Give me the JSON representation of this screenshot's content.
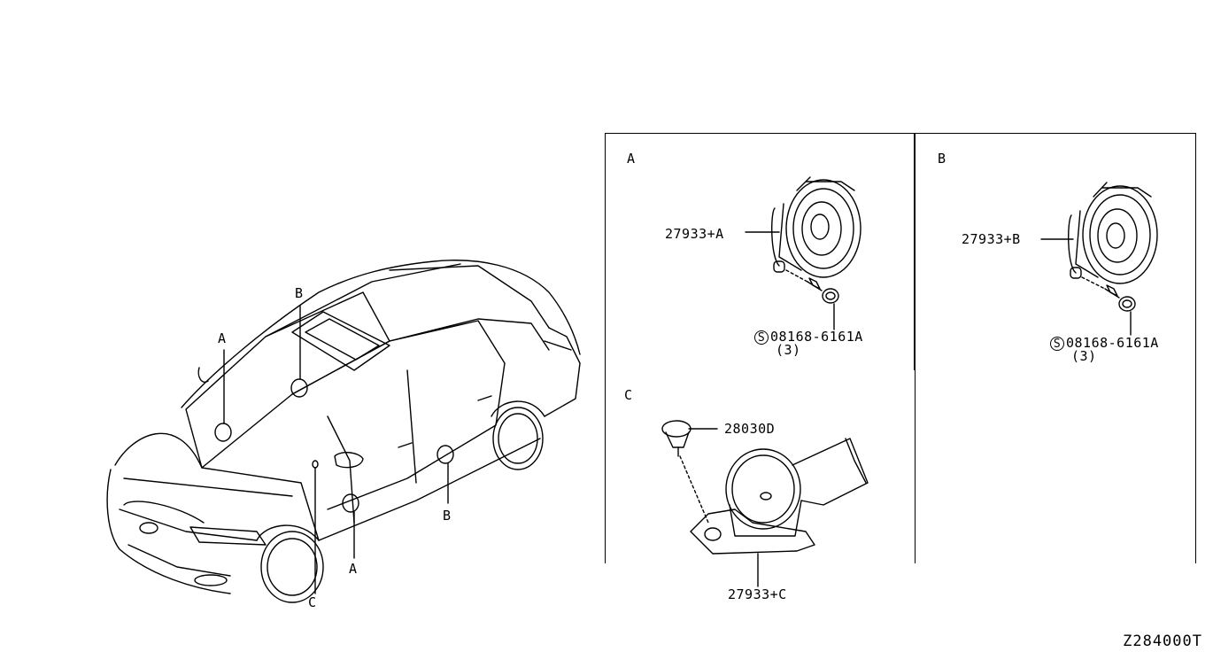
{
  "diagram": {
    "car_callouts": {
      "b_top": "B",
      "a_left": "A",
      "b_right": "B",
      "a_bottom": "A",
      "c_bottom": "C"
    },
    "panels": {
      "a": {
        "letter": "A",
        "part_label": "27933+A",
        "screw_symbol": "S",
        "screw_label": "08168-6161A",
        "screw_qty": "(3)"
      },
      "b": {
        "letter": "B",
        "part_label": "27933+B",
        "screw_symbol": "S",
        "screw_label": "08168-6161A",
        "screw_qty": "(3)"
      },
      "c": {
        "letter": "C",
        "clip_label": "28030D",
        "part_label": "27933+C"
      }
    },
    "diagram_code": "Z284000T"
  }
}
